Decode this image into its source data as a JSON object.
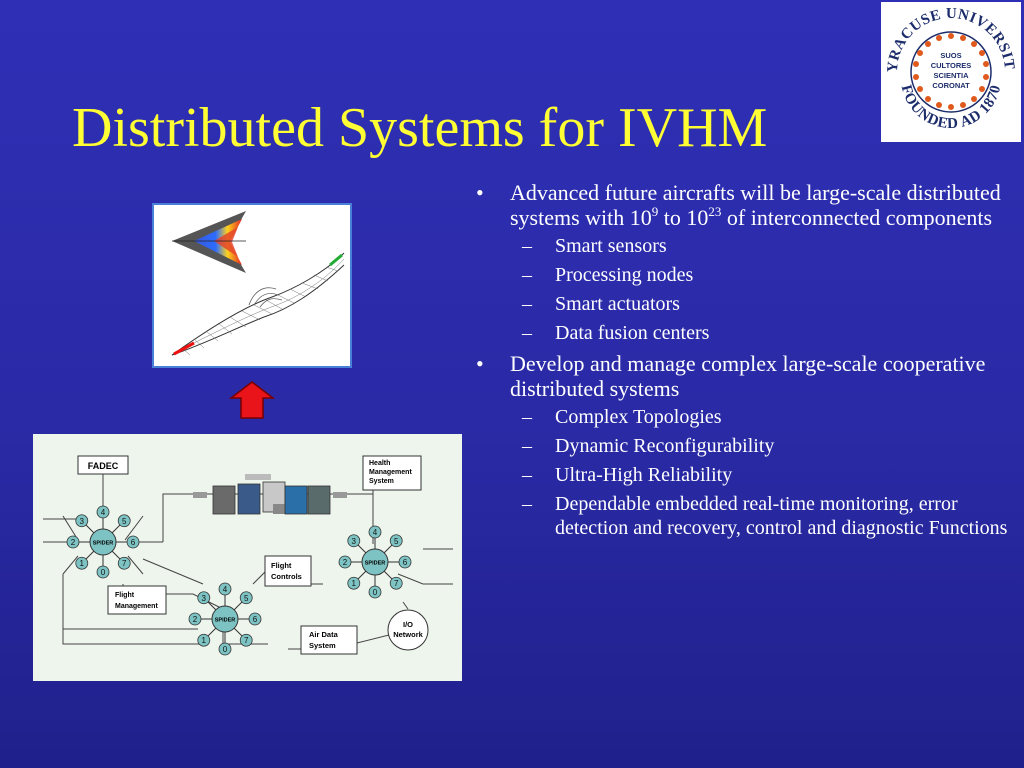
{
  "slide": {
    "title": "Distributed Systems for IVHM",
    "bullet_glyph": "•",
    "dash_glyph": "–"
  },
  "logo": {
    "ring_top": "SYRACUSE UNIVERSITY",
    "ring_bottom": "FOUNDED AD 1870",
    "motto": [
      "SUOS",
      "CULTORES",
      "SCIENTIA",
      "CORONAT"
    ],
    "color": "#1d2d6b"
  },
  "bullets": [
    {
      "parts": {
        "a": "Advanced future aircrafts will be large-scale distributed systems with 10",
        "exp1": "9",
        "b": " to 10",
        "exp2": "23",
        "c": " of interconnected components"
      },
      "sub": [
        "Smart sensors",
        "Processing nodes",
        "Smart actuators",
        "Data fusion centers"
      ]
    },
    {
      "text": "Develop and manage complex large-scale cooperative distributed systems",
      "sub": [
        "Complex Topologies",
        "Dynamic Reconfigurability",
        "Ultra-High Reliability",
        "Dependable embedded real-time monitoring, error detection and recovery, control and diagnostic Functions"
      ]
    }
  ],
  "diagram": {
    "boxes": {
      "fadec": "FADEC",
      "health": [
        "Health",
        "Management",
        "System"
      ],
      "flight_controls": [
        "Flight",
        "Controls"
      ],
      "flight_mgmt": [
        "Flight",
        "Management"
      ],
      "air_data": [
        "Air Data",
        "System"
      ],
      "io": [
        "I/O",
        "Network"
      ]
    },
    "hub_label": "SPIDER",
    "port_labels": [
      "0",
      "1",
      "2",
      "3",
      "4",
      "5",
      "6",
      "7"
    ]
  },
  "colors": {
    "title": "#ffff33",
    "text": "#ffffff",
    "hub": "#7dc3c3",
    "arrow": "#e8141a"
  }
}
